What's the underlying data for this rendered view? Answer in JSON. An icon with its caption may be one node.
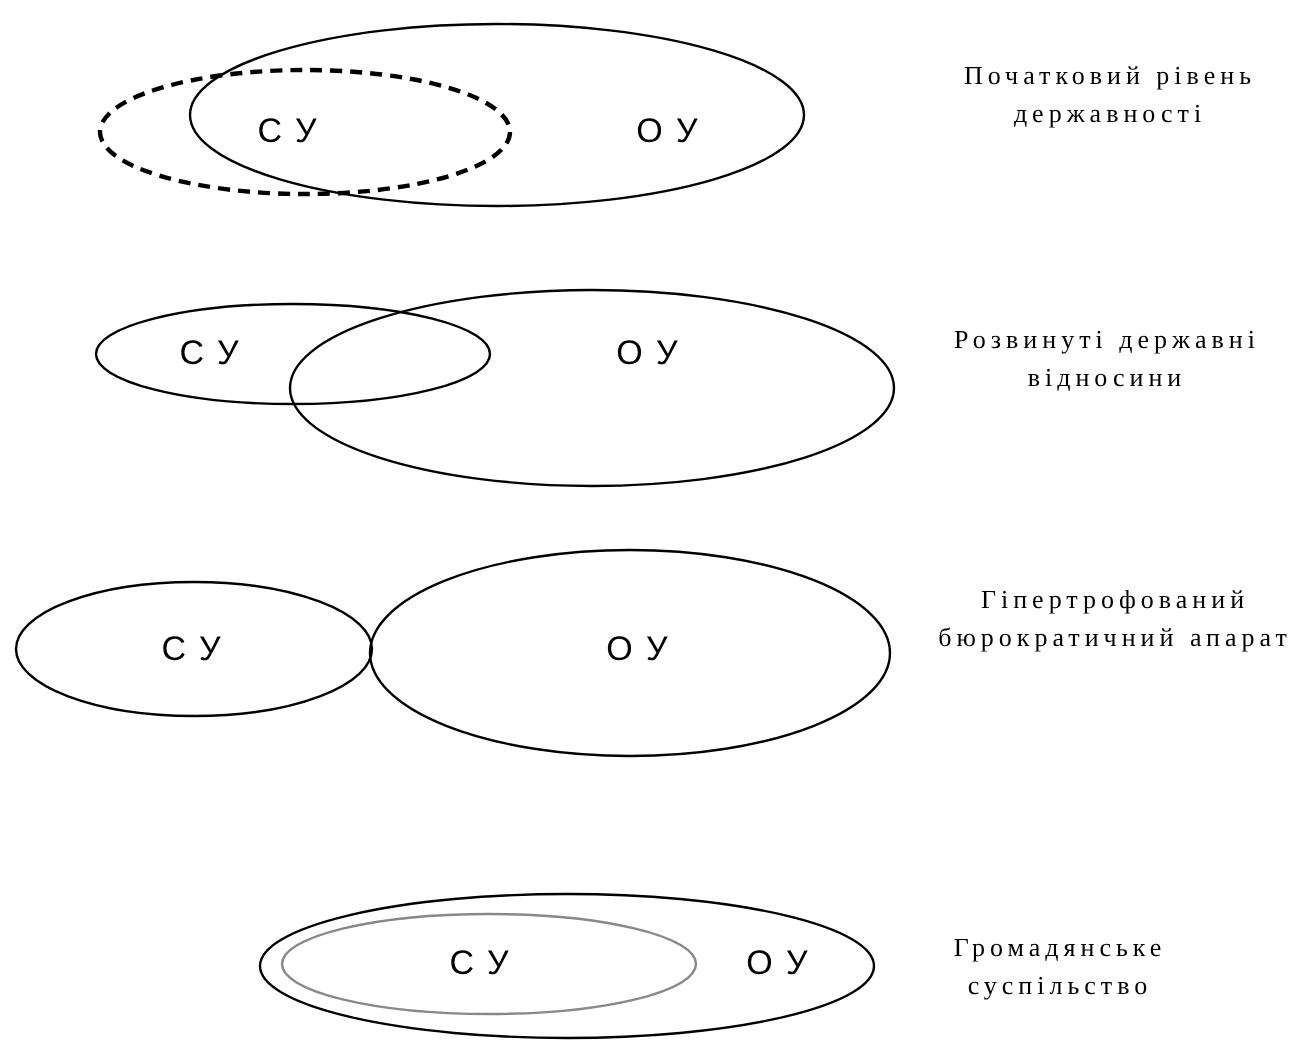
{
  "diagram": {
    "nodes": [
      {
        "text": [
          "СУ"
        ]
      },
      {
        "text": [
          "ОУ"
        ]
      },
      {
        "text": [
          "СУ"
        ]
      },
      {
        "text": [
          "ОУ"
        ]
      },
      {
        "text": [
          "СУ"
        ]
      },
      {
        "text": [
          "ОУ"
        ]
      },
      {
        "text": [
          "ОУ"
        ]
      },
      {
        "text": [
          "СУ"
        ],
        "in": 6
      }
    ],
    "edges": [],
    "labels": [
      "Початковий рівень державності",
      "Розвинуті державні відносини",
      "Гіпертрофований бюрократичний апарат",
      "Громадянське суспільство"
    ]
  }
}
